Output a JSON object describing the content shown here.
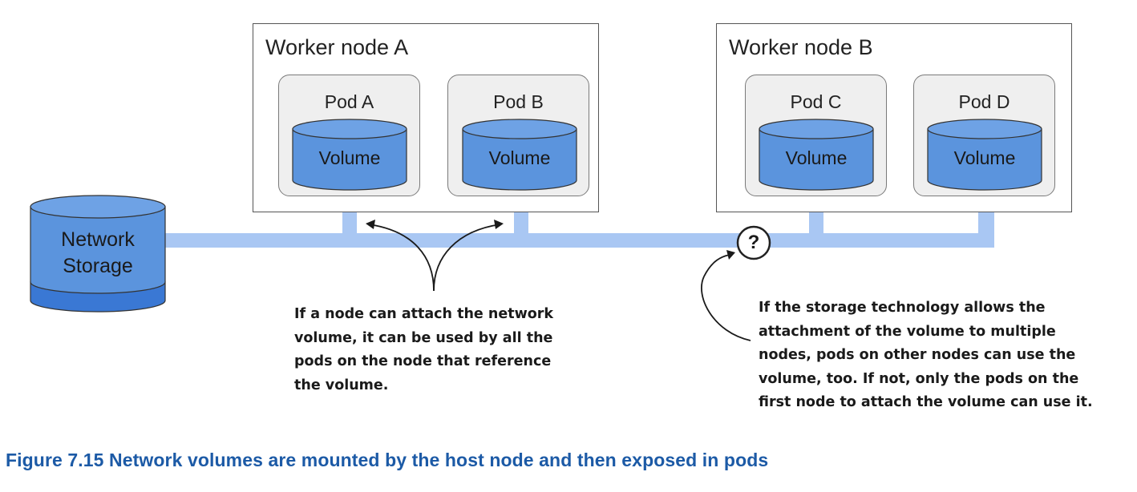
{
  "diagram": {
    "storage_label_line1": "Network",
    "storage_label_line2": "Storage",
    "nodes": [
      {
        "title": "Worker node A",
        "pods": [
          {
            "title": "Pod A",
            "volume": "Volume"
          },
          {
            "title": "Pod B",
            "volume": "Volume"
          }
        ]
      },
      {
        "title": "Worker node B",
        "pods": [
          {
            "title": "Pod C",
            "volume": "Volume"
          },
          {
            "title": "Pod D",
            "volume": "Volume"
          }
        ]
      }
    ],
    "unknown_marker": "?",
    "note_left": [
      "If a node can attach the network",
      "volume, it can be used by all the",
      "pods on the node that reference",
      "the volume."
    ],
    "note_right": [
      "If the storage technology allows the",
      "attachment of the volume to multiple",
      "nodes, pods on other nodes can use the",
      "volume, too. If not, only the pods on the",
      "first node to attach the volume can use it."
    ],
    "caption": "Figure 7.15 Network volumes are mounted by the host node and then exposed in pods"
  },
  "colors": {
    "volume_fill": "#5b94dd",
    "volume_top": "#6ea2e5",
    "storage_bottom": "#3a78d4",
    "connector": "#a9c7f3",
    "pod_fill": "#efefef",
    "caption": "#1c5aa6"
  }
}
